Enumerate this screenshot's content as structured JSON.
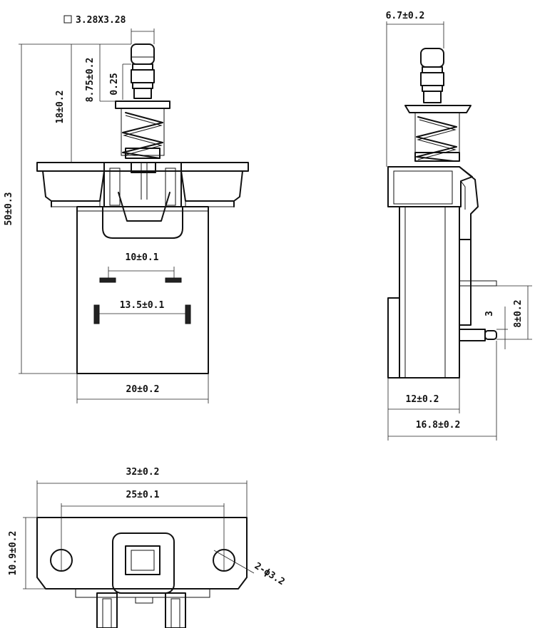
{
  "front_view": {
    "button_square": "3.28X3.28",
    "overall_height": "50±0.3",
    "top_to_flange": "18±0.2",
    "stem_length": "8.75±0.2",
    "stem_step": "0.25",
    "terminal_spacing_inner": "10±0.1",
    "terminal_spacing_outer": "13.5±0.1",
    "body_width": "20±0.2"
  },
  "side_view": {
    "stem_width": "6.7±0.2",
    "terminal_offset": "3",
    "terminal_height": "8±0.2",
    "body_depth": "12±0.2",
    "overall_depth": "16.8±0.2"
  },
  "bottom_view": {
    "overall_width": "32±0.2",
    "hole_spacing": "25±0.1",
    "flange_height": "10.9±0.2",
    "hole_callout": "2-ϕ3.2"
  }
}
